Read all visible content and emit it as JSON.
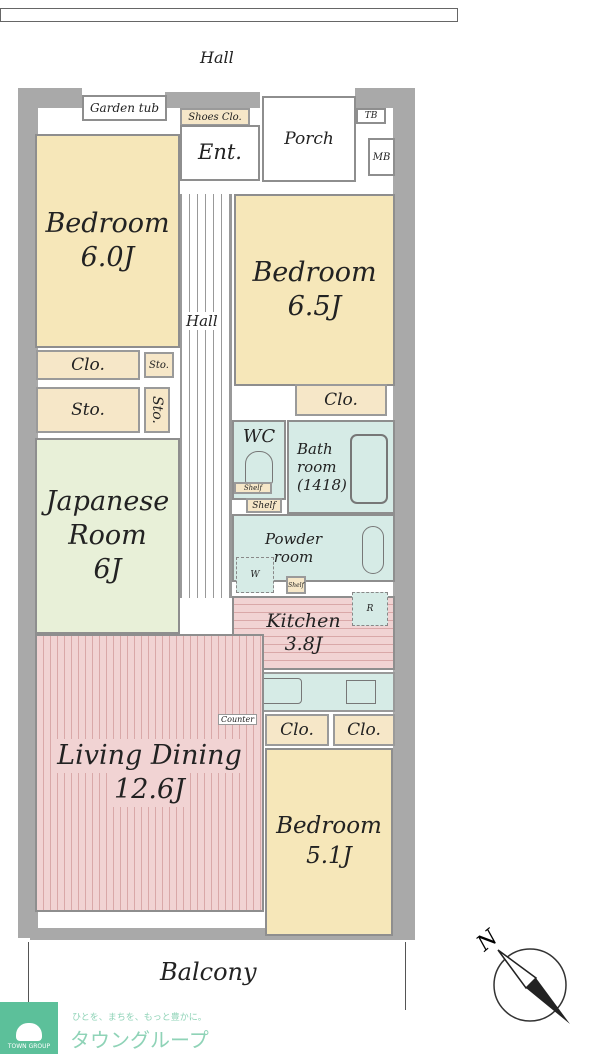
{
  "labels": {
    "hall_top": "Hall",
    "garden_tub": "Garden tub",
    "shoes_clo": "Shoes Clo.",
    "entrance": "Ent.",
    "porch": "Porch",
    "tb": "TB",
    "mb": "MB",
    "hall_inner": "Hall",
    "bedroom1": {
      "name": "Bedroom",
      "size": "6.0J"
    },
    "bedroom2": {
      "name": "Bedroom",
      "size": "6.5J"
    },
    "bedroom3": {
      "name": "Bedroom",
      "size": "5.1J"
    },
    "clo": "Clo.",
    "sto": "Sto.",
    "japanese_room": {
      "name1": "Japanese",
      "name2": "Room",
      "size": "6J"
    },
    "wc": "WC",
    "shelf": "Shelf",
    "bathroom": {
      "line1": "Bath",
      "line2": "room",
      "line3": "(1418)"
    },
    "powder_room": {
      "line1": "Powder",
      "line2": "room"
    },
    "washer": "W",
    "fridge": "R",
    "kitchen": {
      "name": "Kitchen",
      "size": "3.8J"
    },
    "counter": "Counter",
    "living_dining": {
      "name": "Living Dining",
      "size": "12.6J"
    },
    "balcony": "Balcony",
    "north": "N"
  },
  "logo": {
    "tagline": "ひとを、まちを、もっと豊かに。",
    "name": "タウングループ",
    "badge": "TOWN GROUP"
  },
  "colors": {
    "bedroom": "#f6e7b9",
    "japanese_room": "#e8f0d8",
    "wet_area": "#d6ebe6",
    "living": "#f1d3d3",
    "wall": "#a9a9a9",
    "logo": "#5cc09a"
  }
}
